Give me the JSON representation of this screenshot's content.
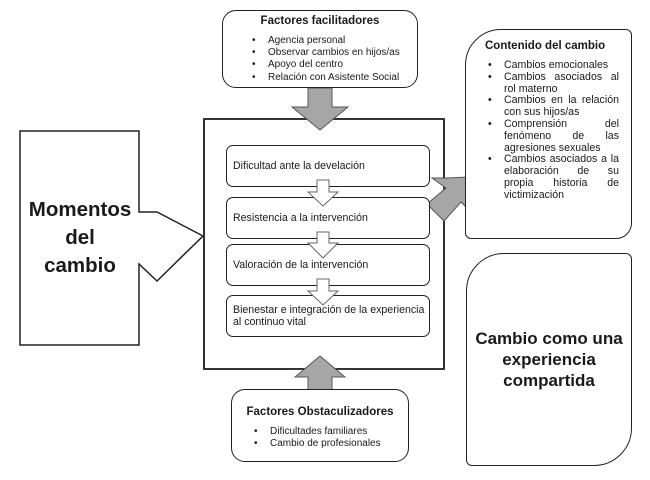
{
  "diagram": {
    "momentos": {
      "label_lines": [
        "Momentos",
        "del",
        "cambio"
      ]
    },
    "facilitadores": {
      "title": "Factores facilitadores",
      "items": [
        "Agencia personal",
        "Observar cambios en hijos/as",
        "Apoyo del centro",
        "Relación con Asistente Social"
      ]
    },
    "steps": [
      "Dificultad ante la develación",
      "Resistencia a la intervención",
      "Valoración de la intervención",
      "Bienestar e integración de la experiencia al continuo vital"
    ],
    "obstaculizadores": {
      "title": "Factores Obstaculizadores",
      "items": [
        "Dificultades familiares",
        "Cambio de profesionales"
      ]
    },
    "contenido": {
      "title": "Contenido del cambio",
      "items": [
        "Cambios emocionales",
        "Cambios asociados al rol materno",
        "Cambios en la relación con sus hijos/as",
        "Comprensión del fenómeno de las agresiones sexuales",
        "Cambios asociados a la elaboración de su propia historia de victimización"
      ]
    },
    "compartida": {
      "label": "Cambio como una experiencia compartida"
    },
    "colors": {
      "arrow_fill": "#a6a6a6",
      "stroke": "#222222",
      "background": "#ffffff"
    }
  }
}
